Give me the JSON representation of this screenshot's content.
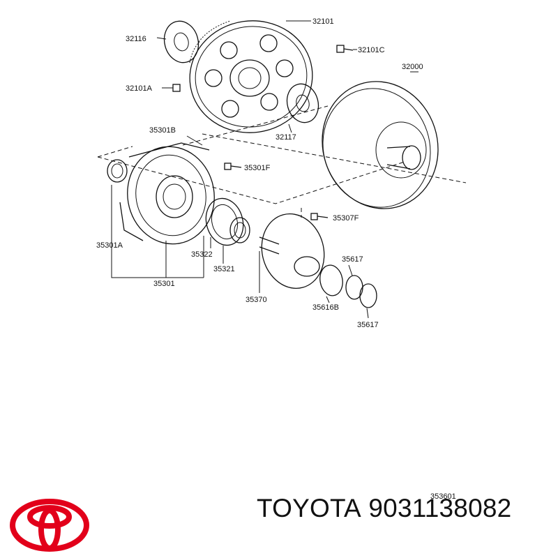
{
  "labels": {
    "p32101": "32101",
    "p32116": "32116",
    "p32101C": "32101C",
    "p32000": "32000",
    "p32101A": "32101A",
    "p32117": "32117",
    "p35301B": "35301B",
    "p35301F": "35301F",
    "p35307F": "35307F",
    "p35301A": "35301A",
    "p35322": "35322",
    "p35321": "35321",
    "p35617a": "35617",
    "p35301": "35301",
    "p35370": "35370",
    "p35616B": "35616B",
    "p35617b": "35617"
  },
  "diagram_code": "353601",
  "footer": {
    "brand": "TOYOTA",
    "part_number": "9031138082"
  },
  "colors": {
    "logo": "#e2001a",
    "line": "#111111"
  },
  "icons": {
    "logo": "toyota-logo-icon"
  }
}
